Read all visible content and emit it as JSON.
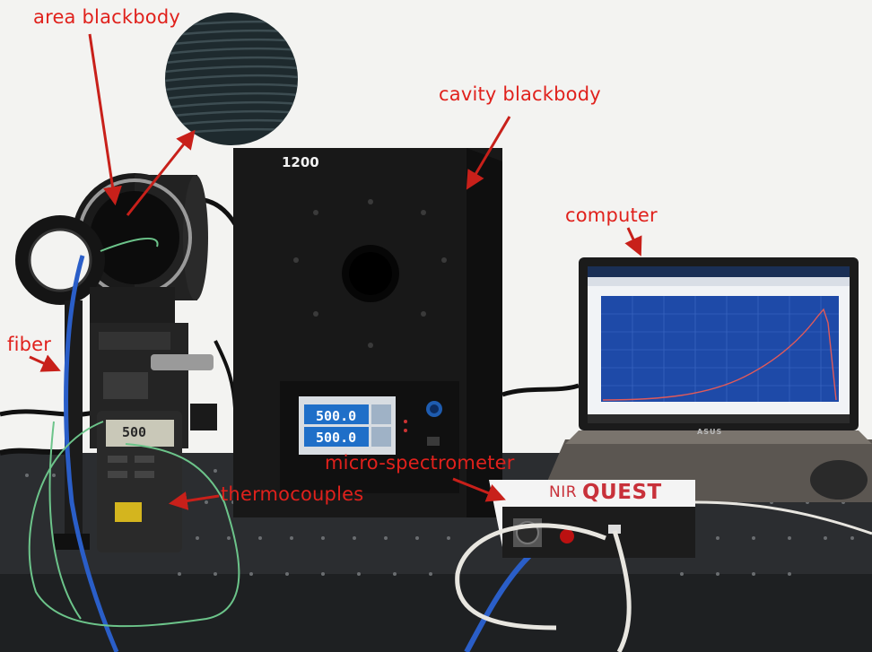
{
  "labels": {
    "area_blackbody": "area blackbody",
    "cavity_blackbody": "cavity blackbody",
    "computer": "computer",
    "fiber": "fiber",
    "micro_spectrometer": "micro-spectrometer",
    "thermocouples": "thermocouples"
  },
  "device_text": {
    "cavity_model": "1200",
    "lcd_set_value": "500.0",
    "lcd_actual_value": "500.0",
    "thermometer_reading": "500",
    "spectrometer_brand_prefix": "NIR",
    "spectrometer_brand_suffix": "QUEST",
    "laptop_brand": "ASUS"
  },
  "colors": {
    "annotation_red": "#e0211c",
    "arrow_red": "#c8201a",
    "lcd_blue": "#1f6fc8",
    "fiber_blue": "#2a5ec8"
  }
}
